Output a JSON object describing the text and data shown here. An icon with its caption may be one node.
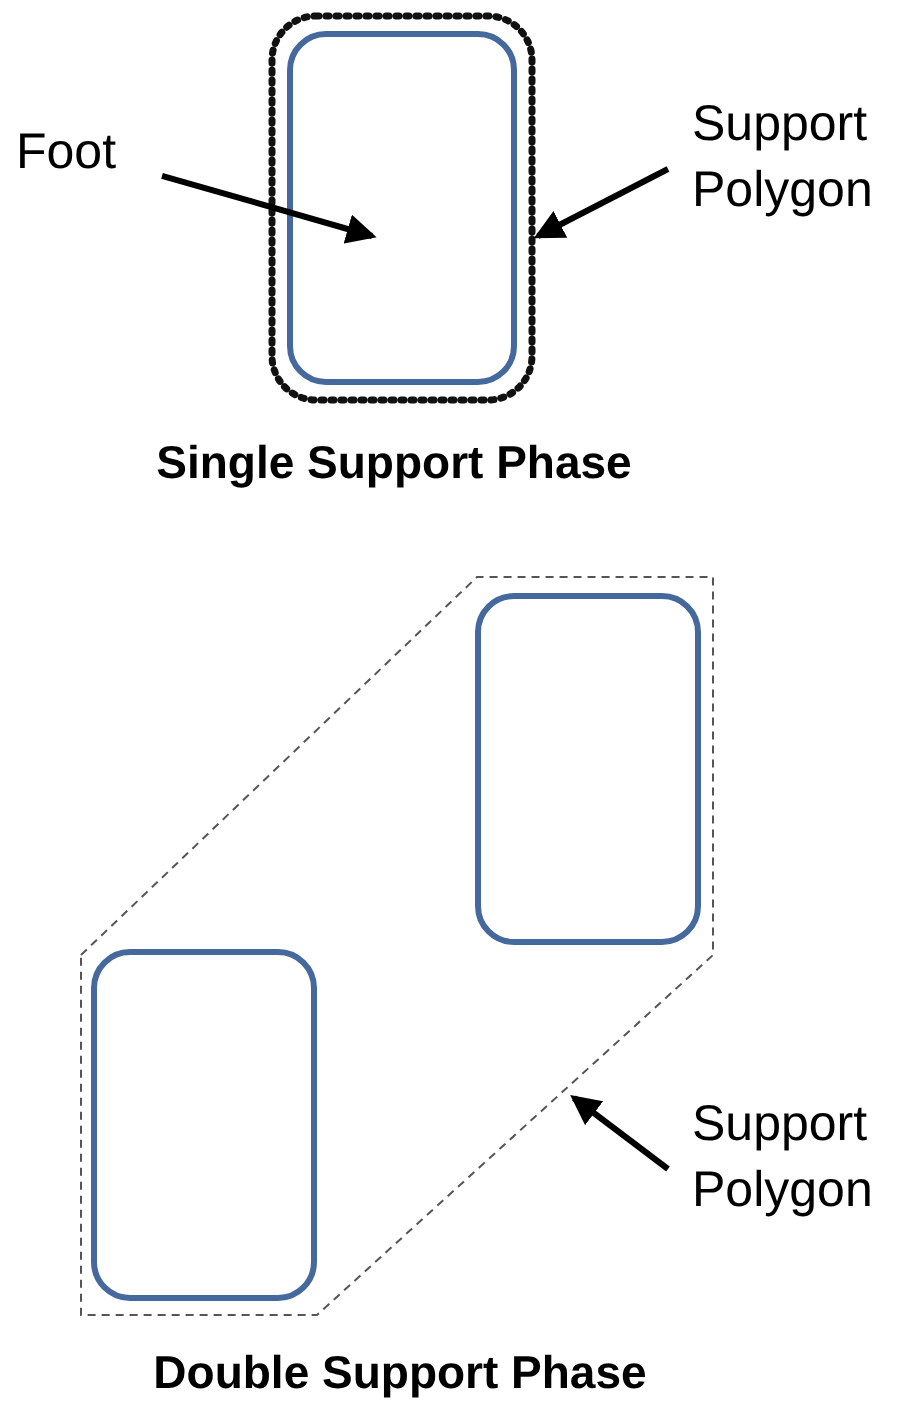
{
  "diagram": {
    "nodes": [
      {
        "text": [
          "Foot"
        ]
      },
      {
        "text": [
          "Support Polygon"
        ]
      },
      {
        "text": [],
        "shape": "box"
      },
      {
        "text": [],
        "shape": "box",
        "in": 2
      },
      {
        "text": [],
        "shape": "hexagon"
      },
      {
        "text": [],
        "shape": "box",
        "in": 4
      },
      {
        "text": [],
        "shape": "box",
        "in": 4
      },
      {
        "text": [
          "Support Polygon"
        ]
      }
    ],
    "edges": [
      {
        "from": 0,
        "to": 3,
        "arrow": "to"
      },
      {
        "from": 1,
        "to": 2,
        "arrow": "to"
      },
      {
        "from": 7,
        "to": 4,
        "arrow": "to"
      }
    ],
    "labels": [
      "Single Support Phase",
      "Double Support Phase"
    ]
  }
}
